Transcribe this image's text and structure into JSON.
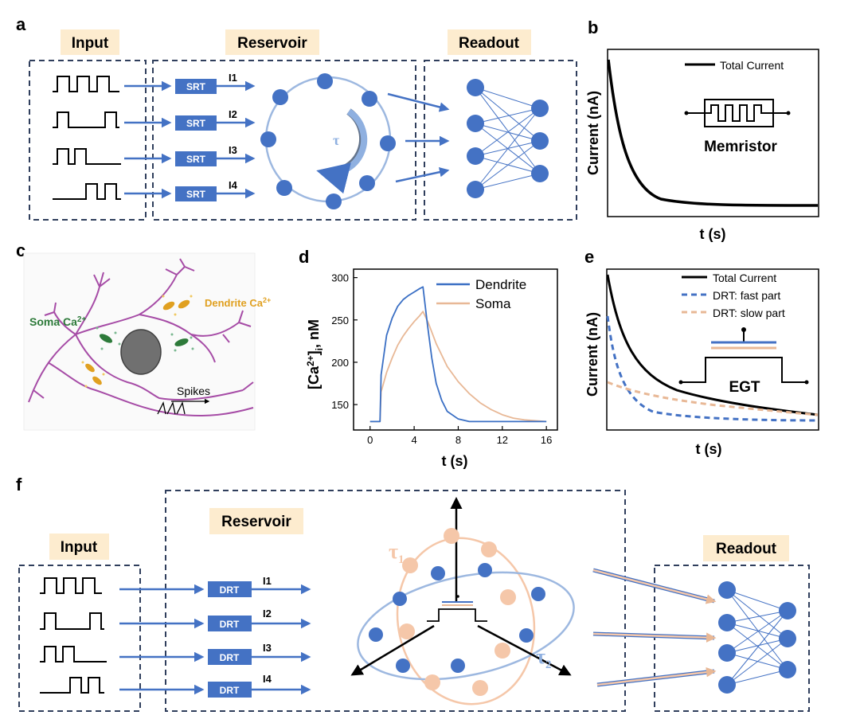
{
  "panels": {
    "a": "a",
    "b": "b",
    "c": "c",
    "d": "d",
    "e": "e",
    "f": "f"
  },
  "panel_a": {
    "input_header": "Input",
    "reservoir_header": "Reservoir",
    "readout_header": "Readout",
    "block_label": "SRT",
    "currents": [
      "I1",
      "I2",
      "I3",
      "I4"
    ],
    "tau": "τ"
  },
  "panel_b": {
    "legend": "Total Current",
    "device": "Memristor",
    "ylabel": "Current (nA)",
    "xlabel": "t (s)"
  },
  "panel_c": {
    "soma": "Soma Ca",
    "dendrite": "Dendrite Ca",
    "sup": "2+",
    "spikes": "Spikes"
  },
  "panel_e": {
    "legend": [
      "Total Current",
      "DRT: fast part",
      "DRT: slow part"
    ],
    "device": "EGT",
    "ylabel": "Current (nA)",
    "xlabel": "t (s)"
  },
  "panel_f": {
    "input_header": "Input",
    "reservoir_header": "Reservoir",
    "readout_header": "Readout",
    "block_label": "DRT",
    "currents": [
      "I1",
      "I2",
      "I3",
      "I4"
    ],
    "tau1": "τ",
    "tau2": "τ",
    "sub1": "1",
    "sub2": "2"
  },
  "colors": {
    "node": "#4472c4",
    "arrow": "#4472c4",
    "block": "#4472c4",
    "box": "#2f3e5c",
    "header_bg": "#fdeccf",
    "dendrite": "#3a6fc4",
    "soma": "#e8b896",
    "neuron": "#a64ca6",
    "peach": "#f5c7a9"
  },
  "chart_data": {
    "type": "line",
    "xlabel": "t (s)",
    "ylabel": "[Ca2+]i, nM",
    "xlim": [
      -1.5,
      17
    ],
    "ylim": [
      120,
      310
    ],
    "xticks": [
      0,
      4,
      8,
      12,
      16
    ],
    "yticks": [
      150,
      200,
      250,
      300
    ],
    "series": [
      {
        "name": "Dendrite",
        "x": [
          0,
          0.9,
          1.0,
          1.5,
          2,
          2.5,
          3,
          3.5,
          4,
          4.5,
          4.8,
          5.2,
          5.6,
          6,
          6.5,
          7,
          8,
          9,
          12,
          16
        ],
        "y": [
          130,
          130,
          185,
          232,
          252,
          266,
          274,
          279,
          283,
          287,
          289,
          245,
          205,
          175,
          155,
          142,
          133,
          130,
          130,
          130
        ]
      },
      {
        "name": "Soma",
        "x": [
          0,
          0.9,
          1.0,
          1.5,
          2,
          2.5,
          3,
          3.5,
          4,
          4.5,
          4.8,
          5.3,
          6,
          7,
          8,
          9,
          10,
          11,
          12,
          13,
          14,
          16
        ],
        "y": [
          130,
          130,
          165,
          188,
          205,
          220,
          231,
          240,
          248,
          255,
          260,
          246,
          222,
          195,
          177,
          163,
          152,
          144,
          138,
          134,
          132,
          130
        ]
      }
    ]
  }
}
